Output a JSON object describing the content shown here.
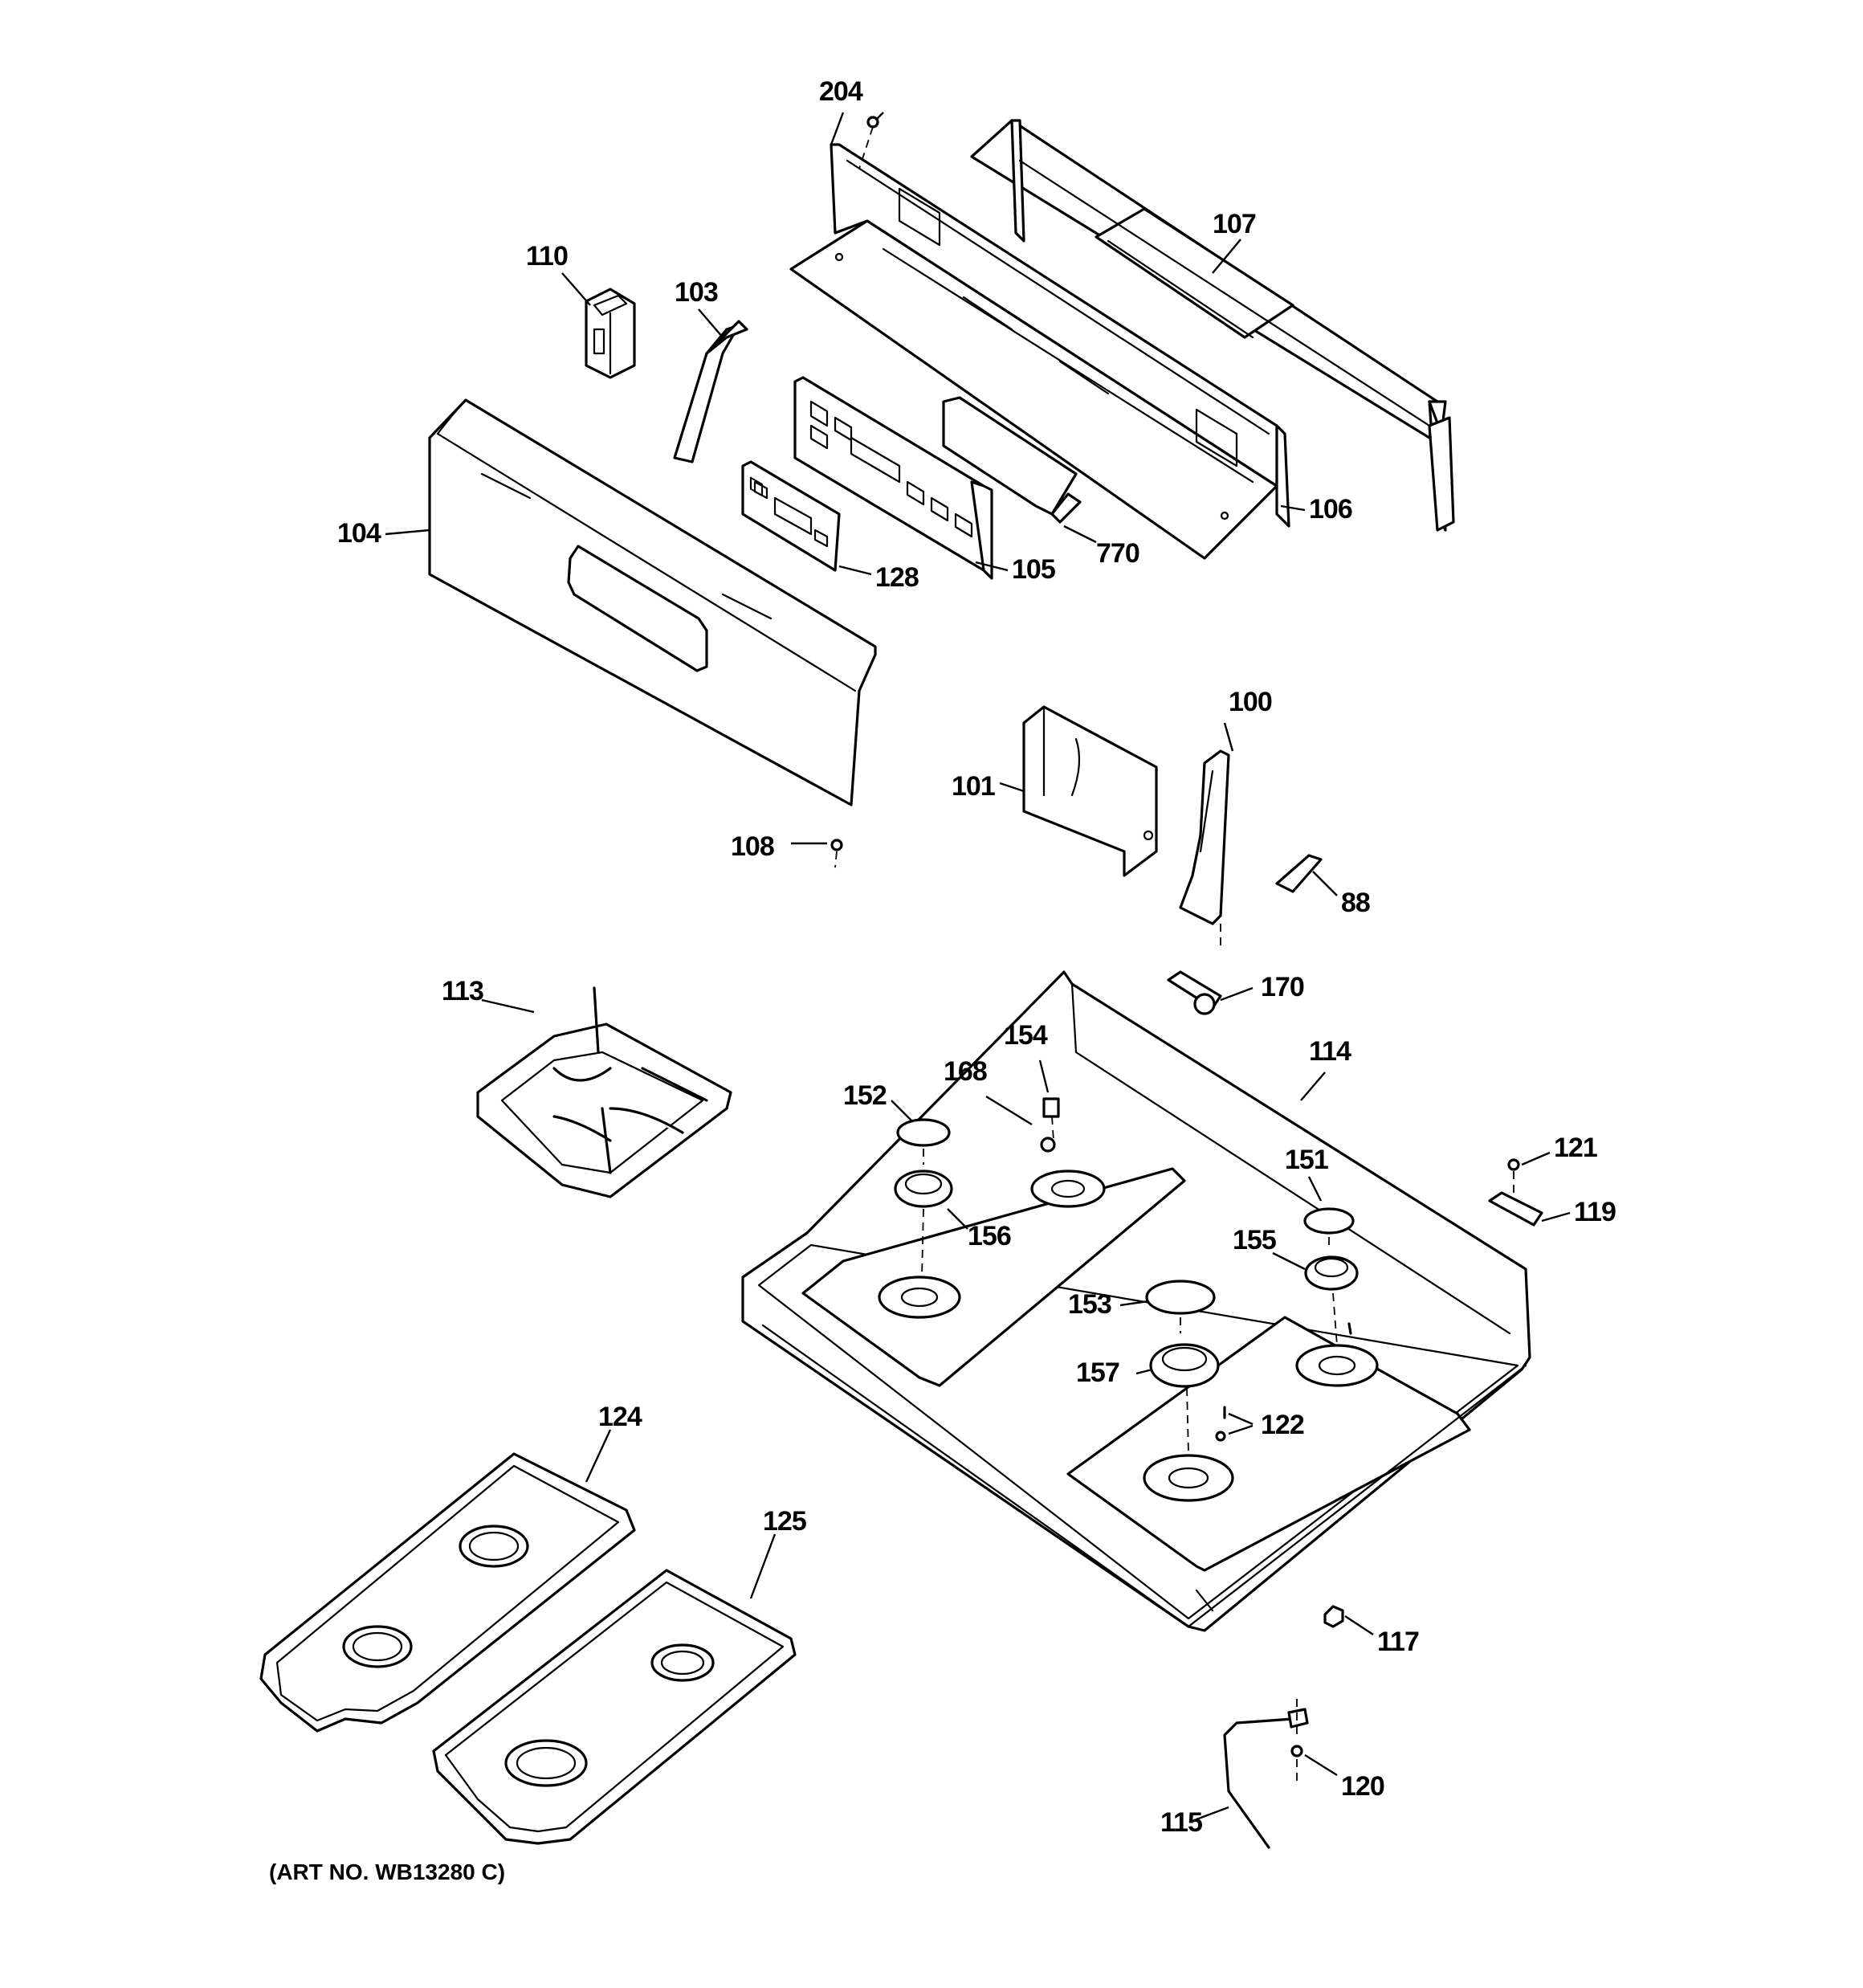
{
  "callouts": {
    "c204": "204",
    "c107": "107",
    "c110": "110",
    "c103": "103",
    "c104": "104",
    "c128": "128",
    "c105": "105",
    "c770": "770",
    "c106": "106",
    "c100": "100",
    "c101": "101",
    "c108": "108",
    "c88": "88",
    "c170": "170",
    "c113": "113",
    "c154": "154",
    "c114": "114",
    "c168": "168",
    "c152": "152",
    "c121": "121",
    "c151": "151",
    "c119": "119",
    "c156": "156",
    "c155": "155",
    "c153": "153",
    "c157": "157",
    "c122": "122",
    "c124": "124",
    "c125": "125",
    "c117": "117",
    "c120": "120",
    "c115": "115"
  },
  "art_number": "(ART NO. WB13280 C)",
  "colors": {
    "line": "#000000",
    "background": "#ffffff"
  }
}
